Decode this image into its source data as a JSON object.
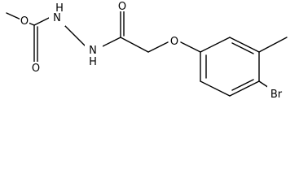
{
  "molecule": {
    "atoms": {
      "o_methoxy": "O",
      "n_1": "N",
      "n_2": "N",
      "o_ether": "O",
      "o_carbamate_carbonyl": "O",
      "o_amide_carbonyl": "O",
      "h_on_n_1": "H",
      "h_on_n_2": "H",
      "br": "Br"
    }
  }
}
